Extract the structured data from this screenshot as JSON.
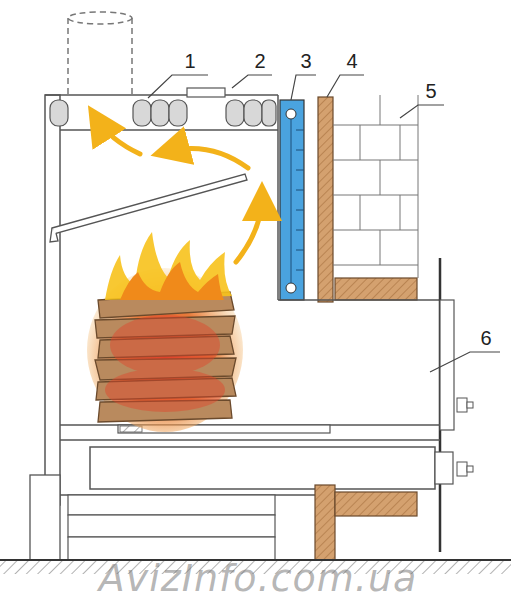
{
  "diagram": {
    "labels": [
      "1",
      "2",
      "3",
      "4",
      "5",
      "6",
      "AvizInfo.com.ua"
    ]
  }
}
